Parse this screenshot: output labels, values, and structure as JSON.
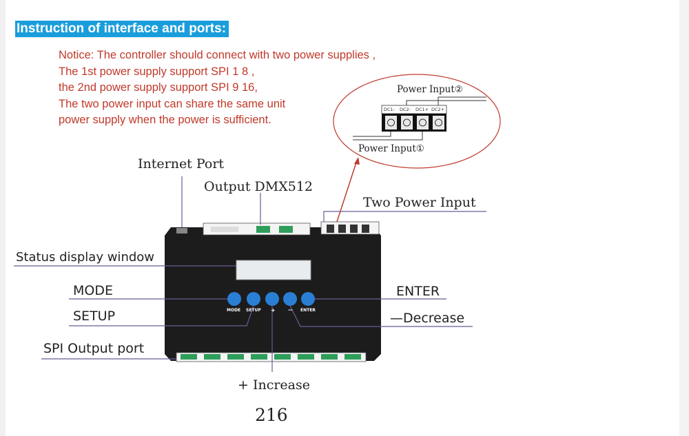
{
  "header": {
    "title": "Instruction of interface and ports:"
  },
  "notice": {
    "lines": [
      "Notice: The controller should connect with two power supplies ,",
      "The 1st power supply support SPI 1  8 ,",
      "the 2nd power supply support SPI 9  16,",
      "The two power input can share the same unit",
      "power supply when the power is sufficient."
    ]
  },
  "labels": {
    "internet_port": "Internet Port",
    "output_dmx512": "Output DMX512",
    "two_power_input": "Two Power Input",
    "status_display_window": "Status display window",
    "mode": "MODE",
    "setup": "SETUP",
    "spi_output_port": "SPI Output port",
    "enter": "ENTER",
    "decrease": "—Decrease",
    "increase": "+ Increase"
  },
  "power_detail": {
    "power_input_1": "Power Input①",
    "power_input_2": "Power Input②",
    "terminals": [
      "DC1-",
      "DC2-",
      "DC1+",
      "DC2+"
    ]
  },
  "buttons": {
    "mode": "MODE",
    "setup": "SETUP",
    "plus": "+",
    "minus": "—",
    "enter": "ENTER"
  },
  "page_number": "216",
  "colors": {
    "header_bg": "#1a9ddb",
    "notice_text": "#c0392b",
    "leader_line": "#6b5b95",
    "button_blue": "#2a7fd4",
    "device_body": "#1c1c1c",
    "terminal_green": "#2e9e5a",
    "ellipse_stroke": "#c0392b"
  }
}
